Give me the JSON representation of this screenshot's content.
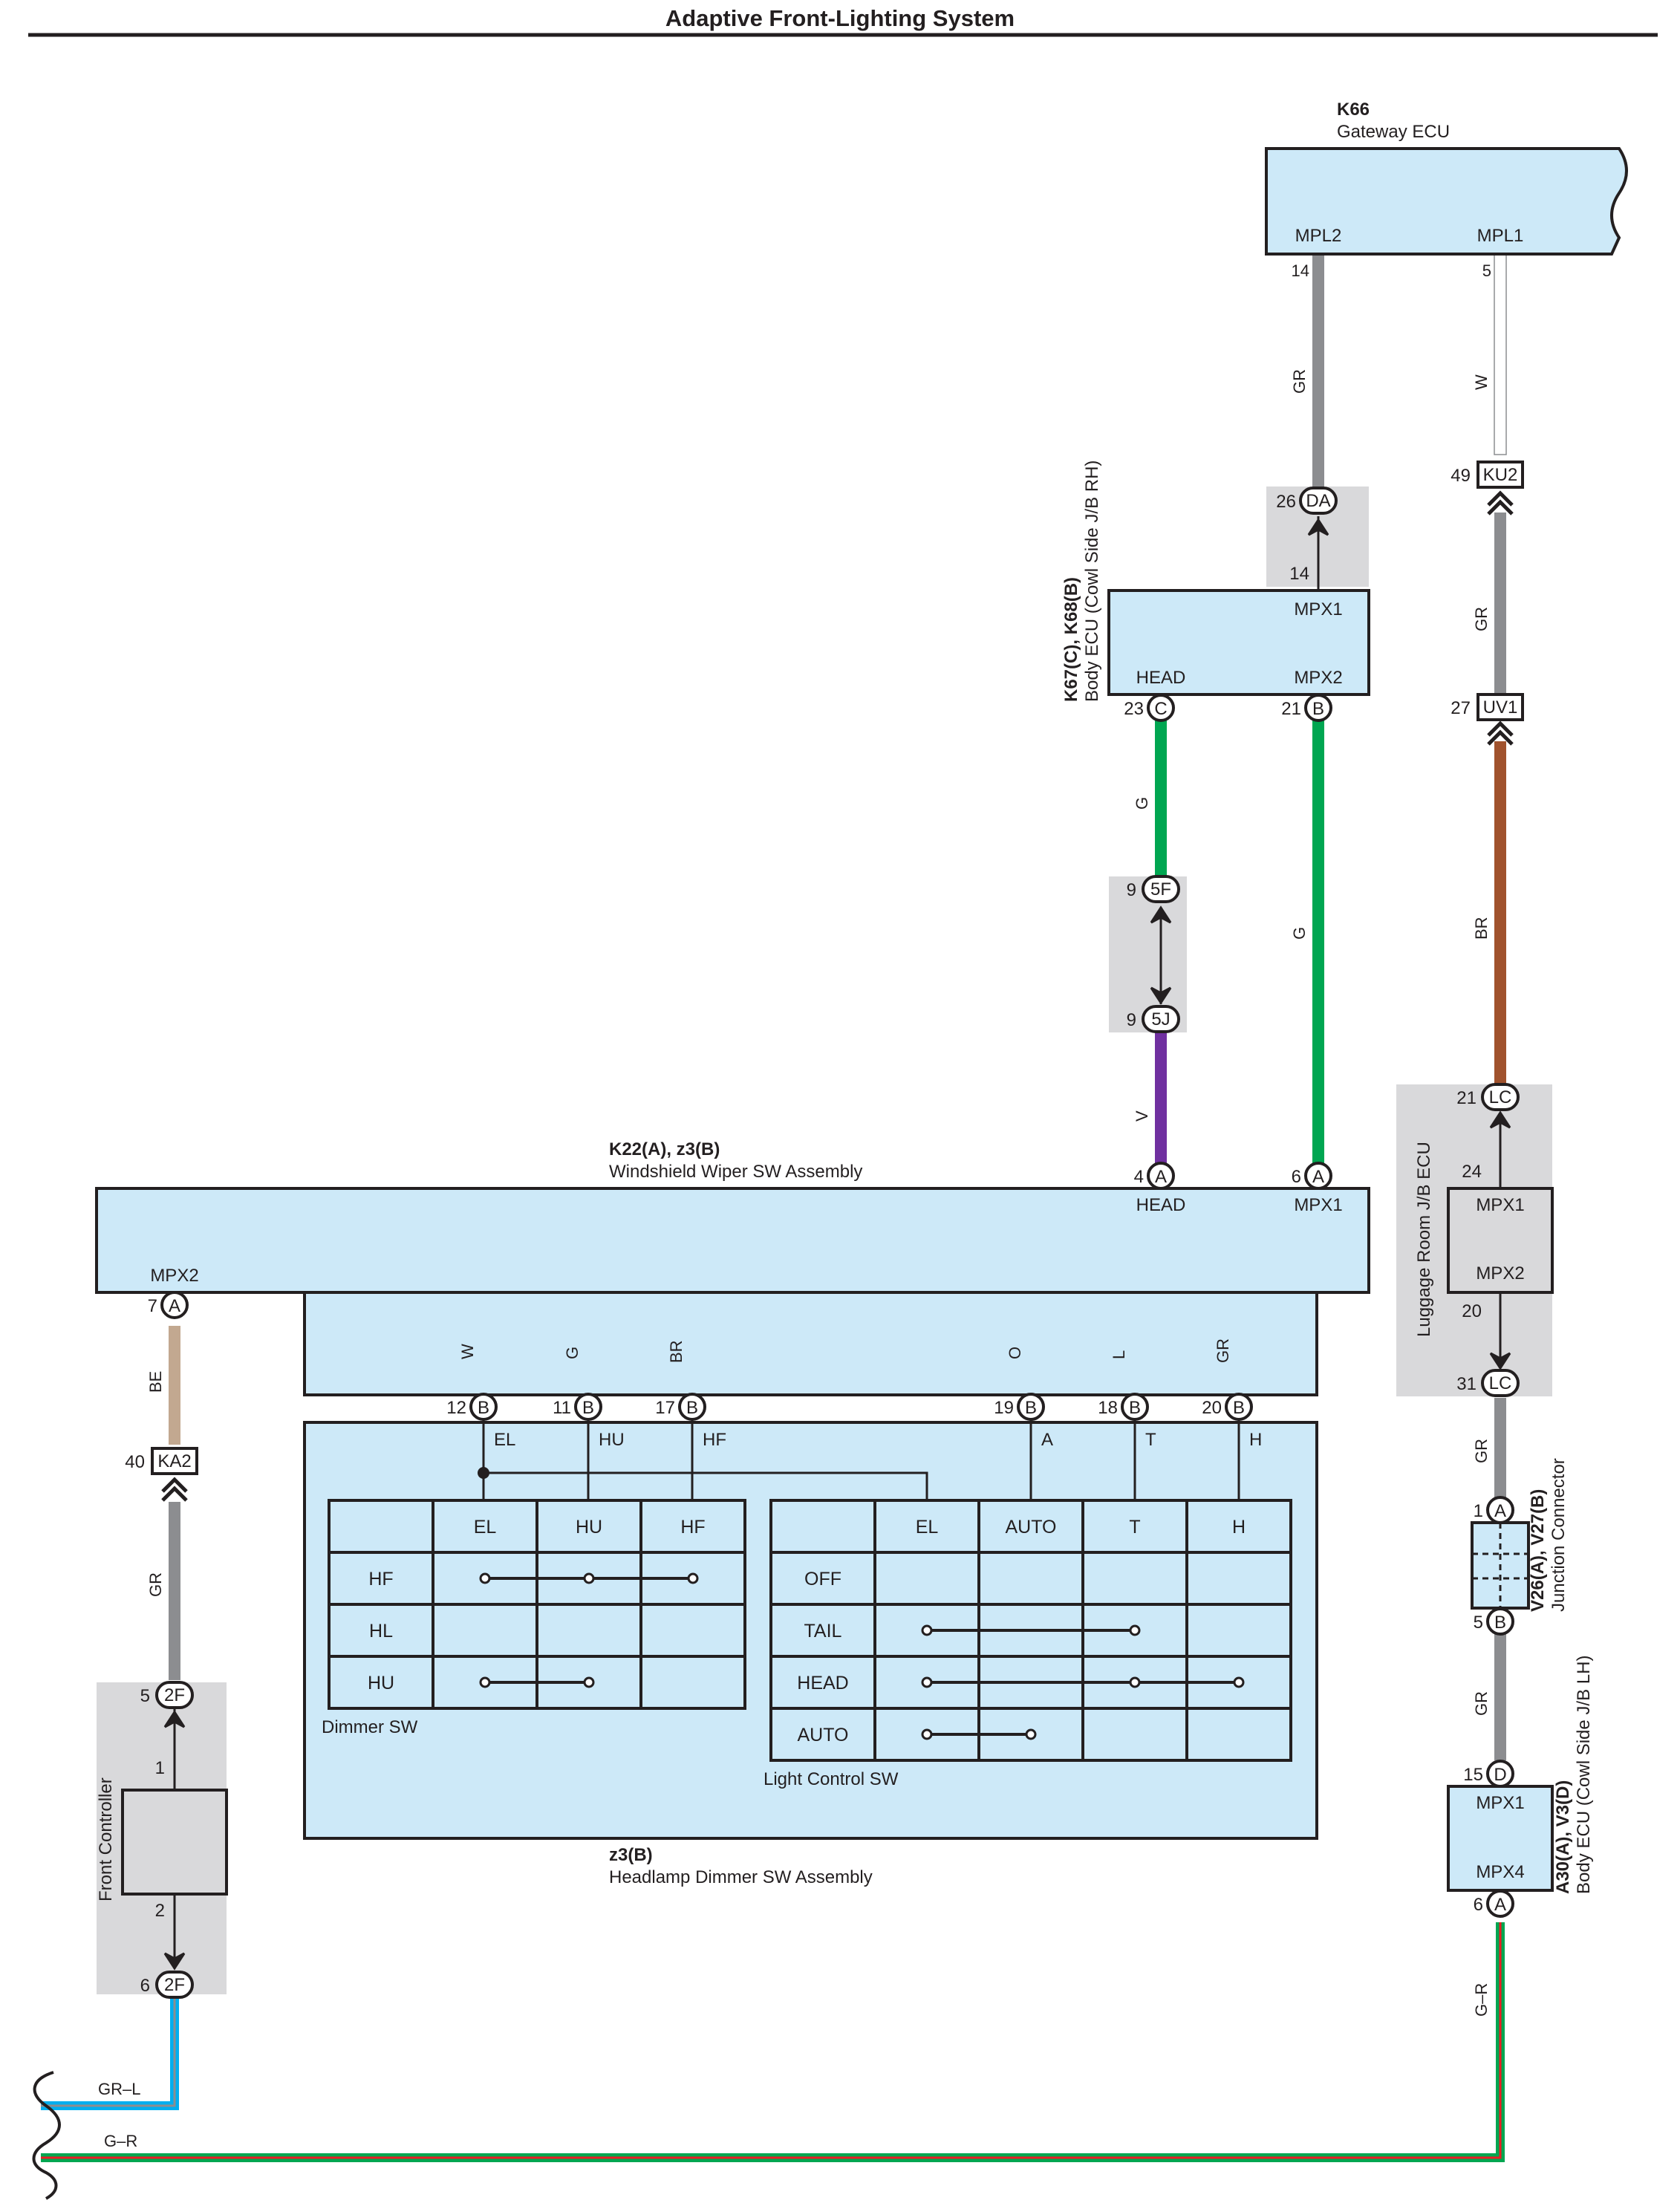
{
  "title": "Adaptive Front-Lighting System",
  "colors": {
    "ecu_fill": "#cde9f8",
    "grey_zone": "#d9d9db",
    "wire_GR": "#8c8d90",
    "wire_G": "#00a651",
    "wire_BR": "#a0522d",
    "wire_V": "#7030a0",
    "wire_BE": "#c2a890",
    "wire_O": "#f7941d",
    "wire_L": "#00aeef",
    "wire_W": "#ffffff",
    "wire_R": "#ed1c24"
  },
  "components": {
    "gateway": {
      "id": "K66",
      "name": "Gateway ECU",
      "pin_mpl2": "MPL2",
      "pin_mpl1": "MPL1"
    },
    "body_ecu_rh": {
      "id": "K67(C), K68(B)",
      "name": "Body ECU (Cowl Side J/B RH)",
      "pin_mpx1": "MPX1",
      "pin_head": "HEAD",
      "pin_mpx2": "MPX2"
    },
    "wiper_sw": {
      "id": "K22(A), z3(B)",
      "name": "Windshield Wiper SW Assembly",
      "pin_head": "HEAD",
      "pin_mpx1": "MPX1",
      "pin_mpx2": "MPX2"
    },
    "luggage_ecu": {
      "name": "Luggage Room J/B ECU",
      "pin_mpx1": "MPX1",
      "pin_mpx2": "MPX2"
    },
    "junction": {
      "id": "V26(A), V27(B)",
      "name": "Junction Connector"
    },
    "body_ecu_lh": {
      "id": "A30(A), V3(D)",
      "name": "Body ECU (Cowl Side J/B LH)",
      "pin_mpx1": "MPX1",
      "pin_mpx4": "MPX4"
    },
    "front_controller": {
      "name": "Front Controller"
    },
    "headlamp_dimmer": {
      "id": "z3(B)",
      "name": "Headlamp Dimmer SW Assembly"
    }
  },
  "connectors": {
    "da": "DA",
    "ku2": "KU2",
    "uv1": "UV1",
    "c": "C",
    "b": "B",
    "a": "A",
    "f5": "5F",
    "j5": "5J",
    "lc": "LC",
    "ka2": "KA2",
    "f2": "2F",
    "d": "D"
  },
  "pins": {
    "p14a": "14",
    "p5": "5",
    "p26": "26",
    "p14b": "14",
    "p49": "49",
    "p27": "27",
    "p23": "23",
    "p21a": "21",
    "p9a": "9",
    "p9b": "9",
    "p4": "4",
    "p6a": "6",
    "p21b": "21",
    "p24": "24",
    "p20a": "20",
    "p31": "31",
    "p7": "7",
    "p12": "12",
    "p11": "11",
    "p17": "17",
    "p19": "19",
    "p18": "18",
    "p20b": "20",
    "p40": "40",
    "p1a": "1",
    "p5b": "5",
    "p15": "15",
    "p6b": "6",
    "p5c": "5",
    "p1b": "1",
    "p2": "2",
    "p6c": "6"
  },
  "wires": {
    "w_gr1": "GR",
    "w_w1": "W",
    "w_gr2": "GR",
    "w_g1": "G",
    "w_g2": "G",
    "w_br1": "BR",
    "w_v": "V",
    "w_gr3": "GR",
    "w_gr4": "GR",
    "w_be": "BE",
    "w_gr5": "GR",
    "w_gr_r": "G–R",
    "w_grl": "GR–L",
    "w_gr_bottom": "G–R",
    "i_w": "W",
    "i_g": "G",
    "i_br": "BR",
    "i_o": "O",
    "i_l": "L",
    "i_gr": "GR"
  },
  "switch_terms": {
    "el": "EL",
    "hu": "HU",
    "hf": "HF",
    "a": "A",
    "t": "T",
    "h": "H"
  },
  "dimmer_table": {
    "caption": "Dimmer SW",
    "columns": [
      "",
      "EL",
      "HU",
      "HF"
    ],
    "rows": [
      "HF",
      "HL",
      "HU"
    ]
  },
  "light_table": {
    "caption": "Light Control SW",
    "columns": [
      "",
      "EL",
      "AUTO",
      "T",
      "H"
    ],
    "rows": [
      "OFF",
      "TAIL",
      "HEAD",
      "AUTO"
    ]
  }
}
